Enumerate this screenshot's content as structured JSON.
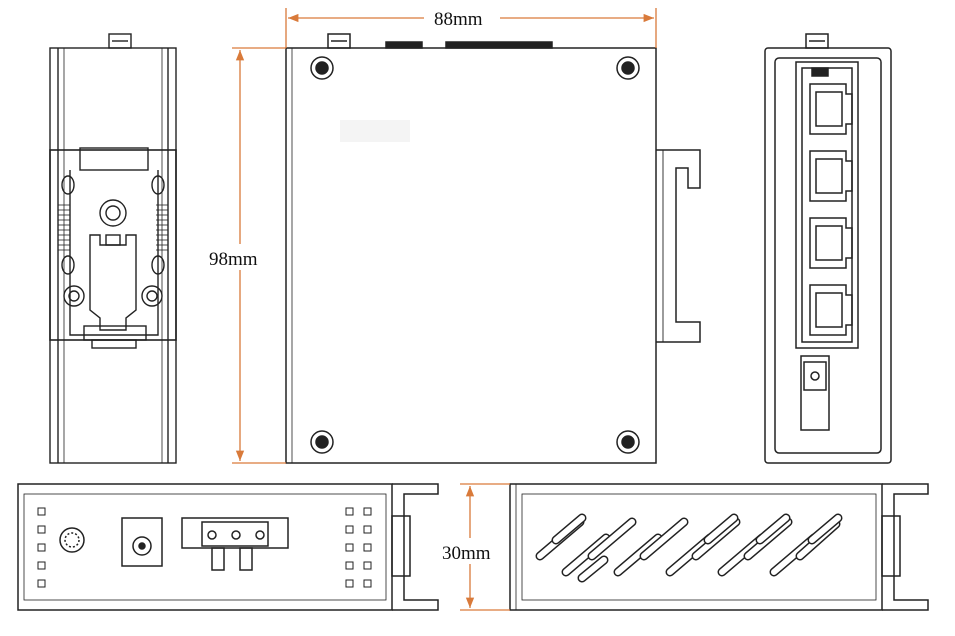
{
  "dimensions": {
    "width": "88mm",
    "height": "98mm",
    "depth": "30mm"
  },
  "colors": {
    "line": "#222222",
    "dimension": "#d97a3a",
    "background": "#ffffff"
  },
  "views": {
    "side_left": "din-rail-side-view",
    "front": "front-panel-view",
    "side_right": "ethernet-ports-view",
    "bottom": "power-terminal-view",
    "top": "vent-slots-view"
  },
  "rj45_port_count": 4,
  "vent_slot_count": 16
}
